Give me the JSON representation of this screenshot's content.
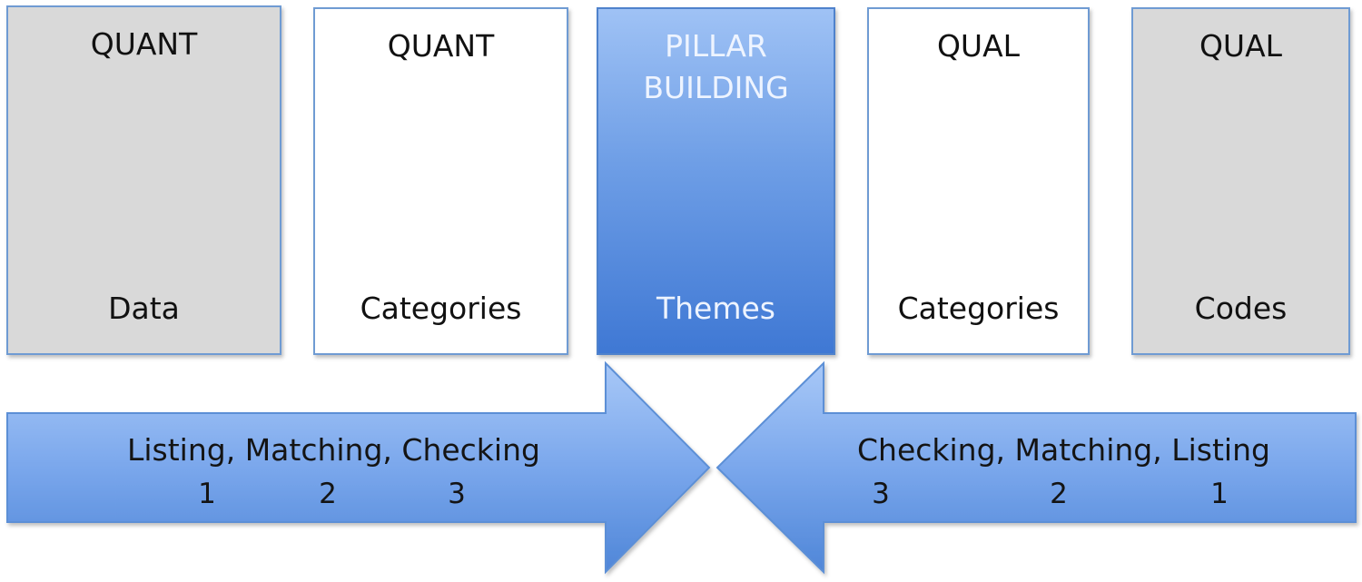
{
  "boxes": [
    {
      "top": "QUANT",
      "bottom": "Data",
      "style": "grey"
    },
    {
      "top": "QUANT",
      "bottom": "Categories",
      "style": "white"
    },
    {
      "top": "PILLAR BUILDING",
      "bottom": "Themes",
      "style": "blue"
    },
    {
      "top": "QUAL",
      "bottom": "Categories",
      "style": "white"
    },
    {
      "top": "QUAL",
      "bottom": "Codes",
      "style": "grey"
    }
  ],
  "left_arrow": {
    "label": "Listing, Matching, Checking",
    "numbers": [
      "1",
      "2",
      "3"
    ]
  },
  "right_arrow": {
    "label": "Checking, Matching, Listing",
    "numbers": [
      "3",
      "2",
      "1"
    ]
  },
  "colors": {
    "grey_fill": "#d9d9d9",
    "box_border": "#6f9bd3",
    "arrow_light": "#a8c8f7",
    "arrow_dark": "#4f86d8"
  }
}
